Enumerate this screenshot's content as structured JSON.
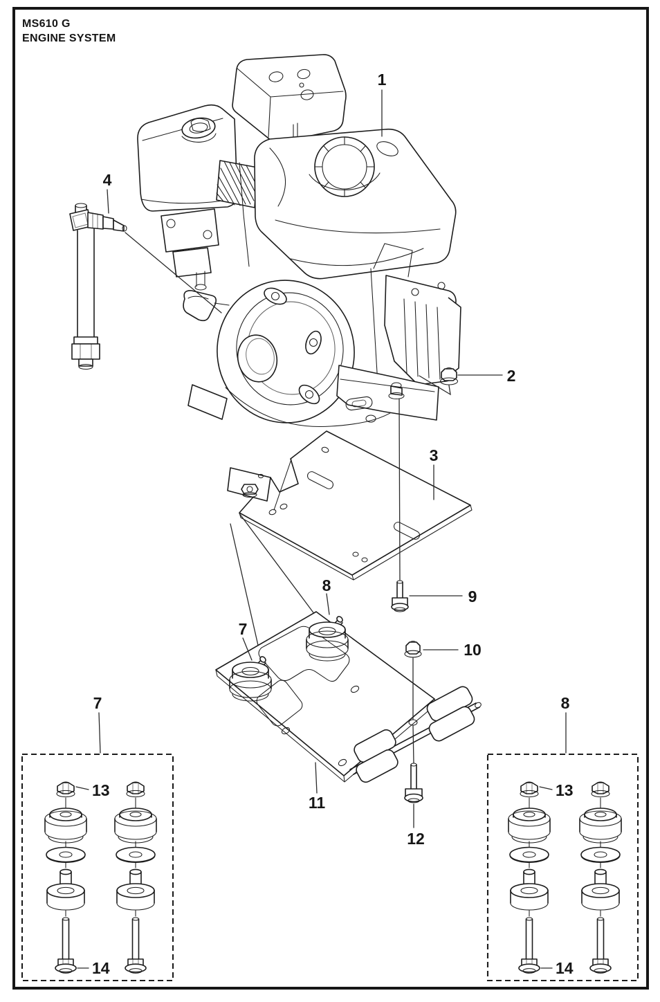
{
  "title": {
    "model": "MS610 G",
    "section": "ENGINE SYSTEM"
  },
  "colors": {
    "line": "#1c1c1c",
    "background": "#ffffff",
    "border": "#161616"
  },
  "callouts": {
    "engine": "1",
    "engine_nut": "2",
    "upper_plate": "3",
    "fuel_valve": "4",
    "front_mount": "7",
    "rear_mount": "8",
    "upper_bolt": "9",
    "lower_nut": "10",
    "lower_plate": "11",
    "lower_bolt": "12",
    "front_mount_box": "7",
    "rear_mount_box": "8",
    "detail_nut_front": "13",
    "detail_bolt_front": "14",
    "detail_nut_rear": "13",
    "detail_bolt_rear": "14"
  }
}
